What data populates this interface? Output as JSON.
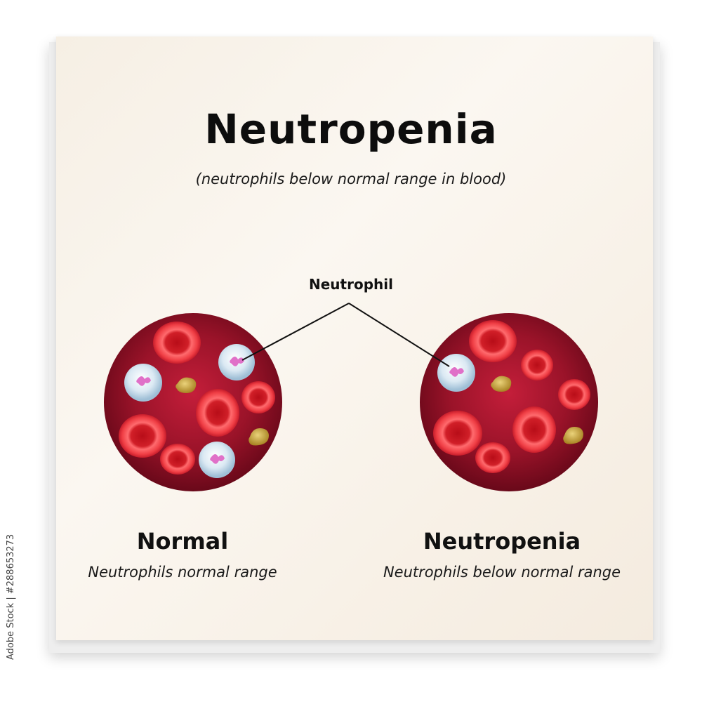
{
  "title": "Neutropenia",
  "subtitle": "(neutrophils below normal range in blood)",
  "callout_label": "Neutrophil",
  "panels": [
    {
      "heading": "Normal",
      "caption": "Neutrophils normal range"
    },
    {
      "heading": "Neutropenia",
      "caption": "Neutrophils below normal range"
    }
  ],
  "stock_id": "Adobe Stock | #288653273",
  "colors": {
    "blood_background": "#8e0f24",
    "red_cell": "#e8333a",
    "red_cell_center": "#b80d18",
    "neutrophil": "#dbe9f3",
    "neutrophil_nucleus": "#e070c8",
    "platelet": "#c7a43f"
  }
}
